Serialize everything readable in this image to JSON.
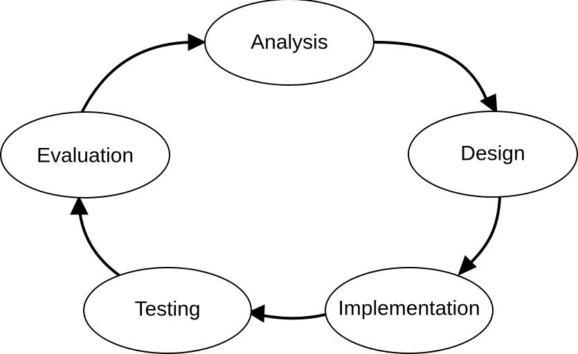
{
  "diagram": {
    "type": "cycle",
    "nodes": [
      {
        "id": "analysis",
        "label": "Analysis"
      },
      {
        "id": "design",
        "label": "Design"
      },
      {
        "id": "implementation",
        "label": "Implementation"
      },
      {
        "id": "testing",
        "label": "Testing"
      },
      {
        "id": "evaluation",
        "label": "Evaluation"
      }
    ],
    "edges": [
      {
        "from": "analysis",
        "to": "design"
      },
      {
        "from": "design",
        "to": "implementation"
      },
      {
        "from": "implementation",
        "to": "testing"
      },
      {
        "from": "testing",
        "to": "evaluation"
      },
      {
        "from": "evaluation",
        "to": "analysis"
      }
    ]
  },
  "colors": {
    "stroke": "#000000",
    "fill": "#ffffff",
    "text": "#000000"
  }
}
